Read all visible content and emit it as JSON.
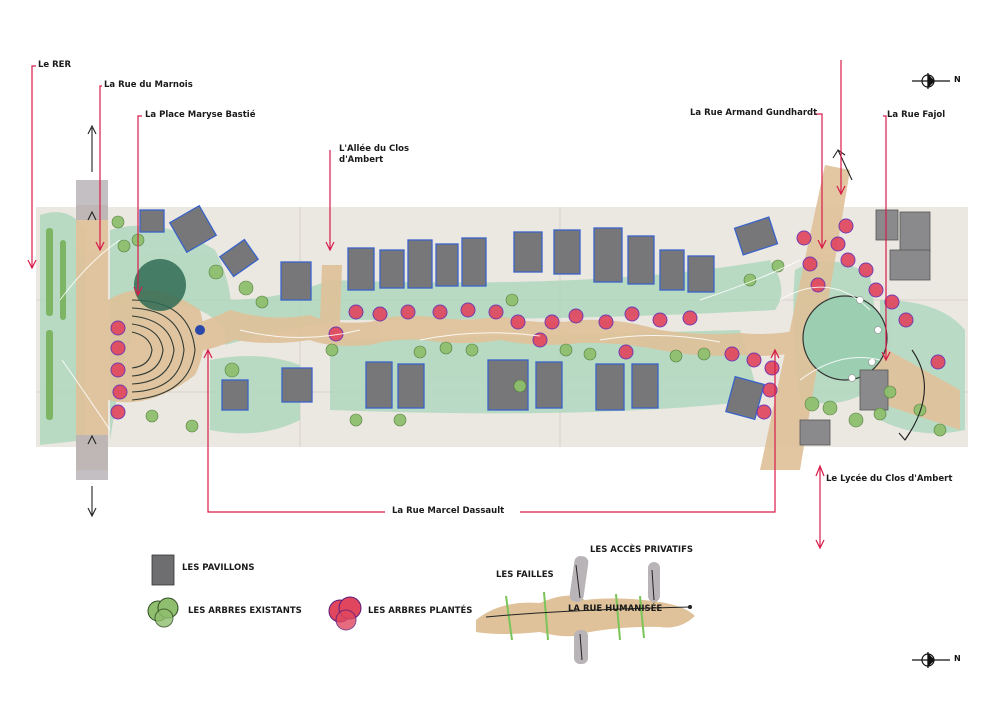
{
  "labels": {
    "rer": "Le RER",
    "marnois": "La Rue du Marnois",
    "place": "La Place Maryse Bastié",
    "allee": "L'Allée du Clos d'Ambert",
    "gundhardt": "La Rue Armand Gundhardt",
    "fajol": "La Rue Fajol",
    "dassault": "La Rue Marcel Dassault",
    "lycee": "Le Lycée du Clos d'Ambert"
  },
  "legend": {
    "pavillons": "LES PAVILLONS",
    "arbres_existants": "LES ARBRES EXISTANTS",
    "arbres_plantes": "LES ARBRES PLANTÉS",
    "failles": "LES FAILLES",
    "acces": "LES ACCÈS PRIVATIFS",
    "rue": "LA RUE HUMANISÉE"
  },
  "north": {
    "label": "N"
  },
  "colors": {
    "leader": "#d81b4a",
    "road": "#e0c39b",
    "green": "#9fcfb0",
    "tree_existing": "#8fbf6e",
    "tree_planted": "#e0475f",
    "building": "#7a7a7c",
    "building_outline": "#3a63c9"
  }
}
